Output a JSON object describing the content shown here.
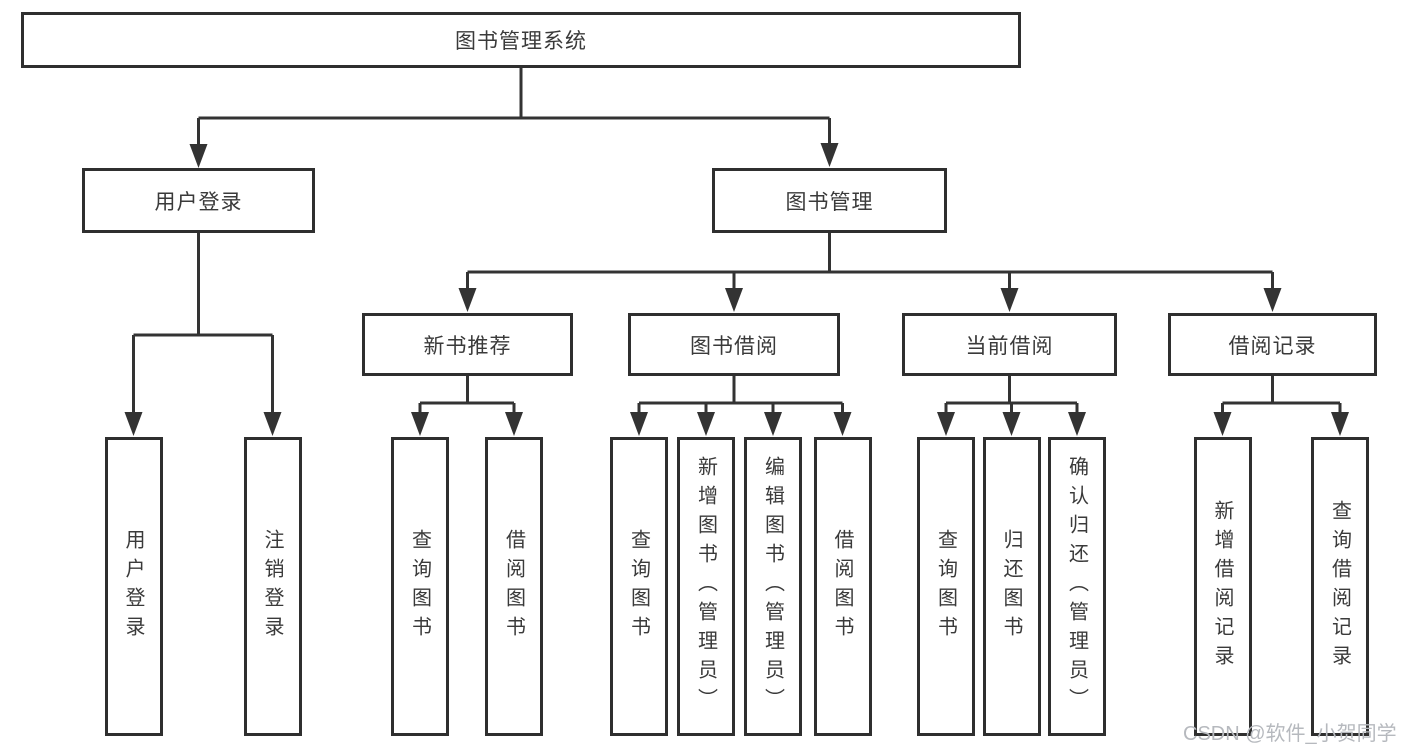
{
  "diagram": {
    "type": "hierarchy-tree",
    "title": {
      "label": "图书管理系统"
    },
    "level2": [
      {
        "label": "用户登录"
      },
      {
        "label": "图书管理"
      }
    ],
    "level3": [
      {
        "label": "新书推荐",
        "parent": "图书管理"
      },
      {
        "label": "图书借阅",
        "parent": "图书管理"
      },
      {
        "label": "当前借阅",
        "parent": "图书管理"
      },
      {
        "label": "借阅记录",
        "parent": "图书管理"
      }
    ],
    "leaves": [
      {
        "label": "用户登录",
        "parent": "用户登录"
      },
      {
        "label": "注销登录",
        "parent": "用户登录"
      },
      {
        "label": "查询图书",
        "parent": "新书推荐"
      },
      {
        "label": "借阅图书",
        "parent": "新书推荐"
      },
      {
        "label": "查询图书",
        "parent": "图书借阅"
      },
      {
        "label": "新增图书（管理员）",
        "parent": "图书借阅"
      },
      {
        "label": "编辑图书（管理员）",
        "parent": "图书借阅"
      },
      {
        "label": "借阅图书",
        "parent": "图书借阅"
      },
      {
        "label": "查询图书",
        "parent": "当前借阅"
      },
      {
        "label": "归还图书",
        "parent": "当前借阅"
      },
      {
        "label": "确认归还（管理员）",
        "parent": "当前借阅"
      },
      {
        "label": "新增借阅记录",
        "parent": "借阅记录"
      },
      {
        "label": "查询借阅记录",
        "parent": "借阅记录"
      }
    ]
  },
  "watermark": {
    "label": "CSDN @软件_小贺同学",
    "color": "#b6b9be"
  },
  "colors": {
    "line": "#333333",
    "box_border": "#2f2f2f",
    "text": "#3a3a3a",
    "background": "#ffffff"
  }
}
